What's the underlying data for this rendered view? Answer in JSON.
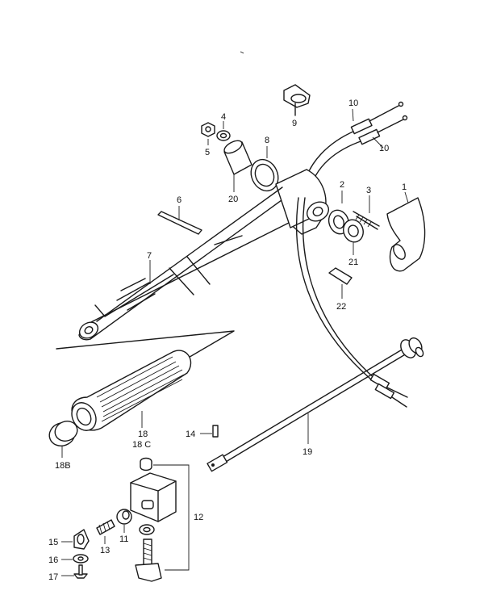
{
  "diagram": {
    "callouts": [
      {
        "id": "1",
        "text": "1"
      },
      {
        "id": "2",
        "text": "2"
      },
      {
        "id": "3",
        "text": "3"
      },
      {
        "id": "4",
        "text": "4"
      },
      {
        "id": "5",
        "text": "5"
      },
      {
        "id": "6",
        "text": "6"
      },
      {
        "id": "7",
        "text": "7"
      },
      {
        "id": "8",
        "text": "8"
      },
      {
        "id": "9",
        "text": "9"
      },
      {
        "id": "10a",
        "text": "10"
      },
      {
        "id": "10b",
        "text": "10"
      },
      {
        "id": "11",
        "text": "11"
      },
      {
        "id": "12",
        "text": "12"
      },
      {
        "id": "13",
        "text": "13"
      },
      {
        "id": "14",
        "text": "14"
      },
      {
        "id": "15",
        "text": "15"
      },
      {
        "id": "16",
        "text": "16"
      },
      {
        "id": "17",
        "text": "17"
      },
      {
        "id": "18",
        "text": "18"
      },
      {
        "id": "18c",
        "text": "18 C"
      },
      {
        "id": "18b",
        "text": "18B"
      },
      {
        "id": "19",
        "text": "19"
      },
      {
        "id": "20",
        "text": "20"
      },
      {
        "id": "21",
        "text": "21"
      },
      {
        "id": "22",
        "text": "22"
      }
    ]
  }
}
